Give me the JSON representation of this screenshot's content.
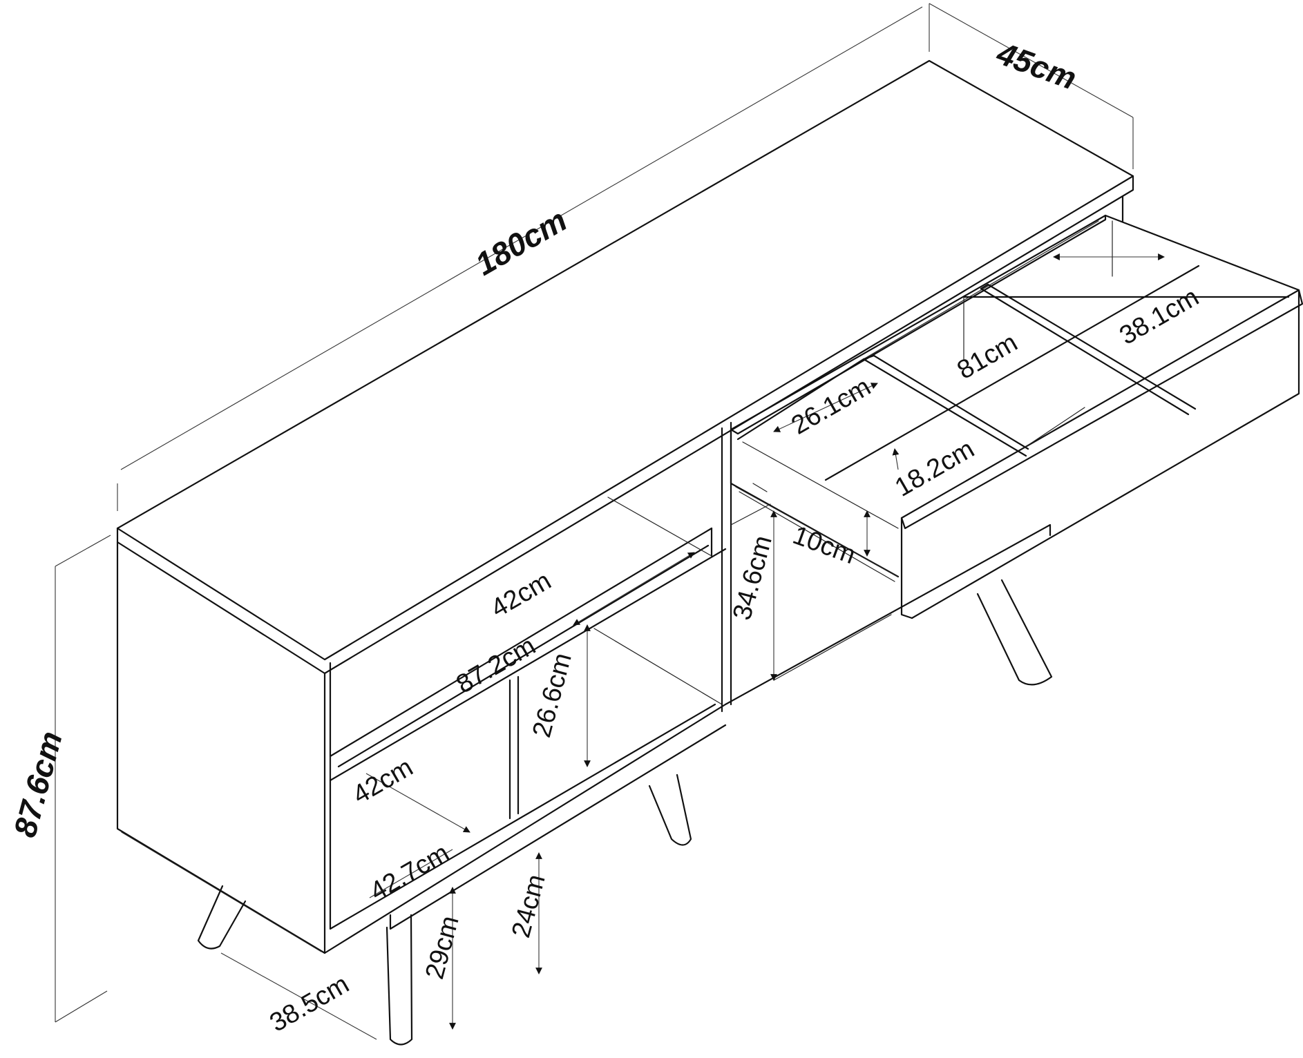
{
  "dimensions": {
    "width": "180cm",
    "depth": "45cm",
    "height": "87.6cm",
    "shelf_depth": "42cm",
    "shelf_width": "87.2cm",
    "upper_compartment_height": "26.6cm",
    "lower_compartment_depth": "42cm",
    "lower_compartment_width": "42.7cm",
    "clearance_height": "24cm",
    "leg_height": "29cm",
    "leg_spacing": "38.5cm",
    "right_compartment_height": "34.6cm",
    "drawer_height": "10cm",
    "drawer_section_a": "26.1cm",
    "drawer_section_b": "18.2cm",
    "drawer_inner_width": "81cm",
    "drawer_section_c": "38.1cm"
  }
}
